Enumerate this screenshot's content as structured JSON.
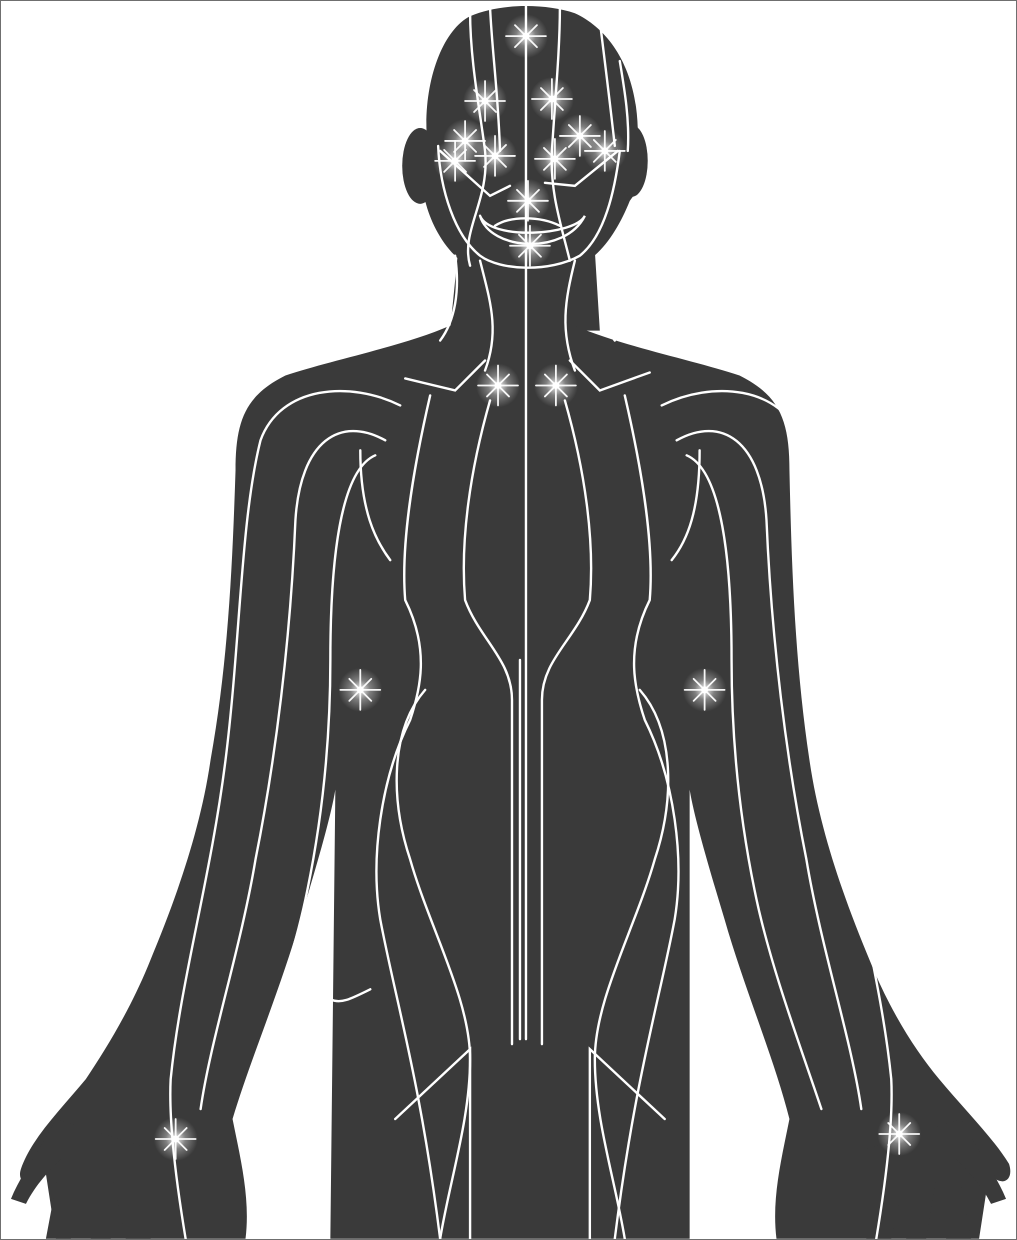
{
  "figure": {
    "background": "#ffffff",
    "frame_color": "#6f6f6f",
    "body_color": "#3a3a3a",
    "line_color": "#ffffff",
    "sparkle_color": "#ffffff",
    "icon": "human-body-meridian-diagram"
  },
  "sparkles": {
    "head_count": 10,
    "throat_count": 1,
    "chest_count": 2,
    "armpit_count": 2,
    "wrist_count": 2
  }
}
